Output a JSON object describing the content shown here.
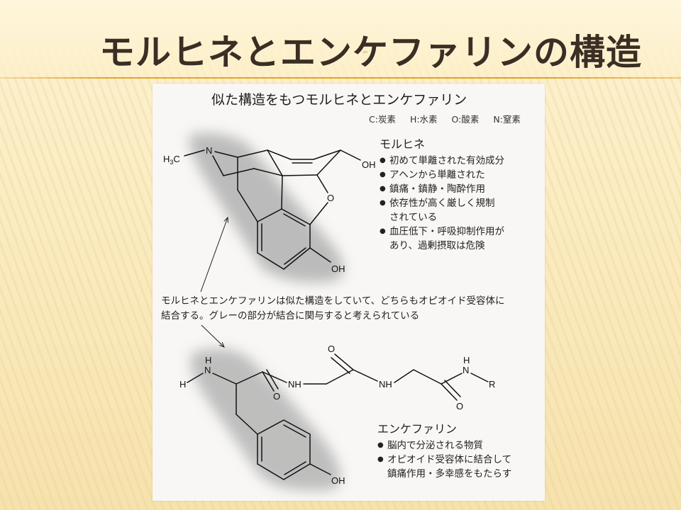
{
  "slide": {
    "title": "モルヒネとエンケファリンの構造"
  },
  "figure": {
    "heading": "似た構造をもつモルヒネとエンケファリン",
    "legend": [
      "C:炭素",
      "H:水素",
      "O:酸素",
      "N:窒素"
    ],
    "morphine": {
      "name": "モルヒネ",
      "bullets": [
        "初めて単離された有効成分",
        "アヘンから単離された",
        "鎮痛・鎮静・陶酔作用",
        "依存性が高く厳しく規制",
        "血圧低下・呼吸抑制作用が"
      ],
      "bullet_continuations": {
        "3": "されている",
        "4": "あり、過剰摂取は危険"
      },
      "atom_labels": {
        "methyl": "H3C",
        "nitrogen": "N",
        "hydroxyl_top": "OH",
        "ether_oxygen": "O",
        "hydroxyl_bottom": "OH"
      }
    },
    "caption": {
      "line1": "モルヒネとエンケファリンは似た構造をしていて、どちらもオピオイド受容体に",
      "line2": "結合する。グレーの部分が結合に関与すると考えられている"
    },
    "enkephalin": {
      "name": "エンケファリン",
      "bullets": [
        "脳内で分泌される物質",
        "オピオイド受容体に結合して"
      ],
      "bullet_continuations": {
        "1": "鎮痛作用・多幸感をもたらす"
      },
      "atom_labels": {
        "amine_h": "H",
        "amine_n": "N",
        "amine_h_top": "H",
        "carbonyl_o1": "O",
        "nh1": "NH",
        "carbonyl_o2": "O",
        "nh2": "NH",
        "carbonyl_o3": "O",
        "amide_n": "N",
        "amide_h": "H",
        "r_group": "R",
        "hydroxyl": "OH"
      }
    }
  },
  "colors": {
    "title": "#3b2e22",
    "divider": "#e0a02c",
    "background": "#fbecc2",
    "panel": "#f8f7f5",
    "highlight_gray": "#b9b9b9"
  }
}
